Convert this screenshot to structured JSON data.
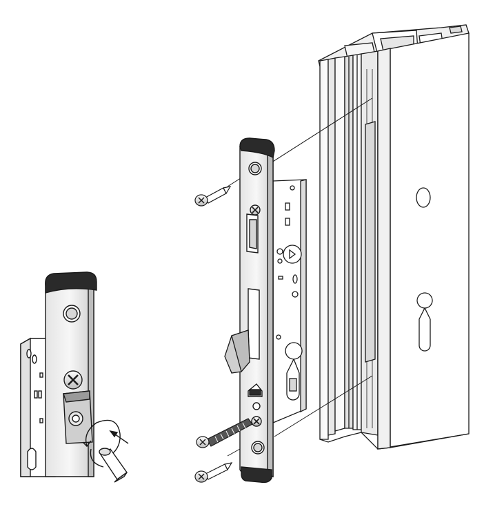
{
  "diagram": {
    "views": [
      "detail-view",
      "exploded-view"
    ],
    "parts": [
      "aluminium-profile",
      "mortise-lock-faceplate",
      "mortise-lock-body",
      "faceplate-fixing-screw",
      "spindle-hole",
      "cylinder-hole",
      "latch-bolt",
      "hook-bolt",
      "adjustment-screw",
      "allen-key"
    ],
    "colors": {
      "line": "#1a1a1a",
      "light_fill": "#f2f2f2",
      "mid_fill": "#d6d6d6",
      "dark_fill": "#2a2a2a"
    },
    "icons": [
      "phillips-screw-icon",
      "rotation-arrow-icon",
      "insert-arrow-icon"
    ]
  }
}
